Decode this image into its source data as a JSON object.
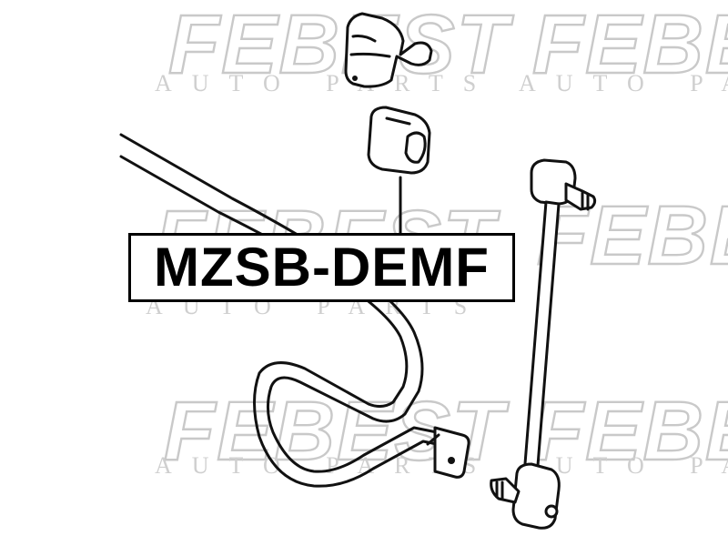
{
  "part_number": "MZSB-DEMF",
  "watermark": {
    "brand": "FEBEST",
    "tagline": "AUTO PARTS"
  },
  "colors": {
    "line": "#111111",
    "watermark": "#c9c9c9",
    "background": "#ffffff"
  }
}
